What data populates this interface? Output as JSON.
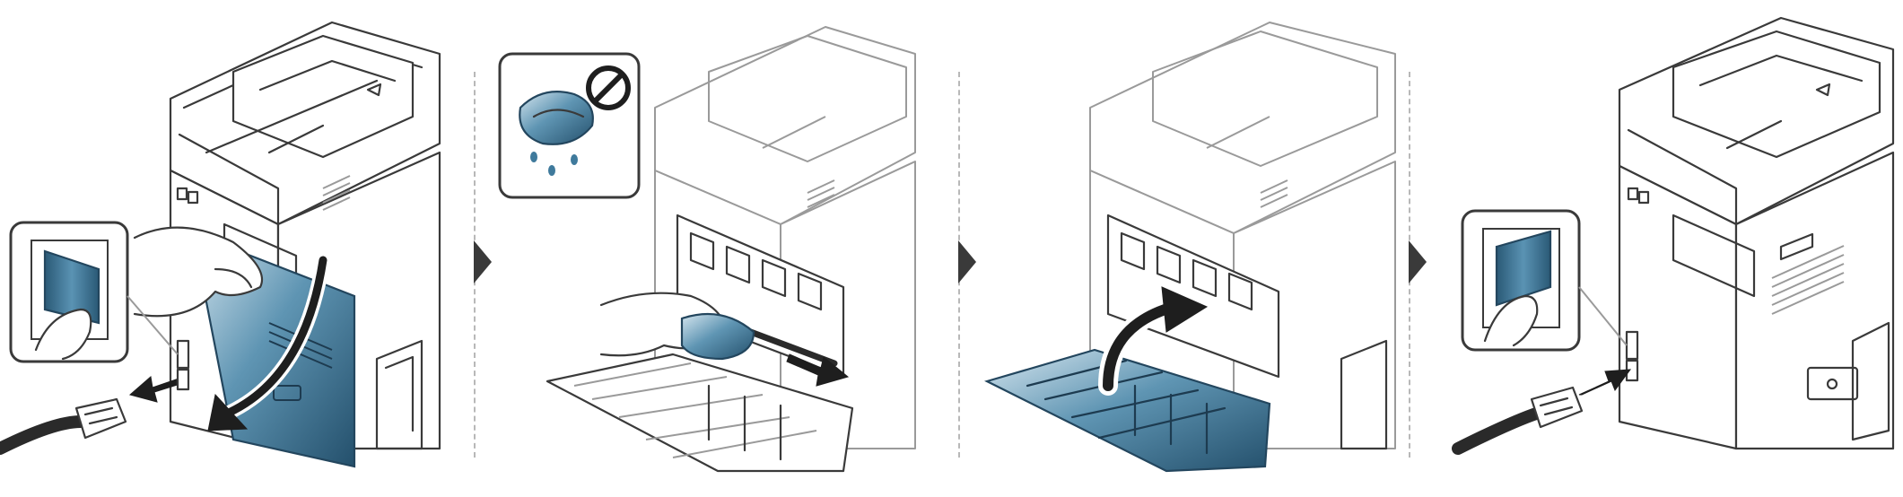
{
  "steps": [
    {
      "id": 1,
      "icon": "power-switch-off-icon",
      "action": "unplug-and-open-rear-cover"
    },
    {
      "id": 2,
      "icon": "damp-cloth-prohibited-icon",
      "action": "wipe-inside-with-dry-cloth"
    },
    {
      "id": 3,
      "icon": "close-cover-arrow-icon",
      "action": "close-rear-cover"
    },
    {
      "id": 4,
      "icon": "power-switch-on-icon",
      "action": "plug-in-and-power-on"
    }
  ],
  "colors": {
    "accent_blue": "#3f7a9c",
    "accent_blue_dark": "#23465e",
    "line": "#3a3a3a",
    "light_line": "#9a9a9a",
    "separator": "#b8b8b8"
  }
}
